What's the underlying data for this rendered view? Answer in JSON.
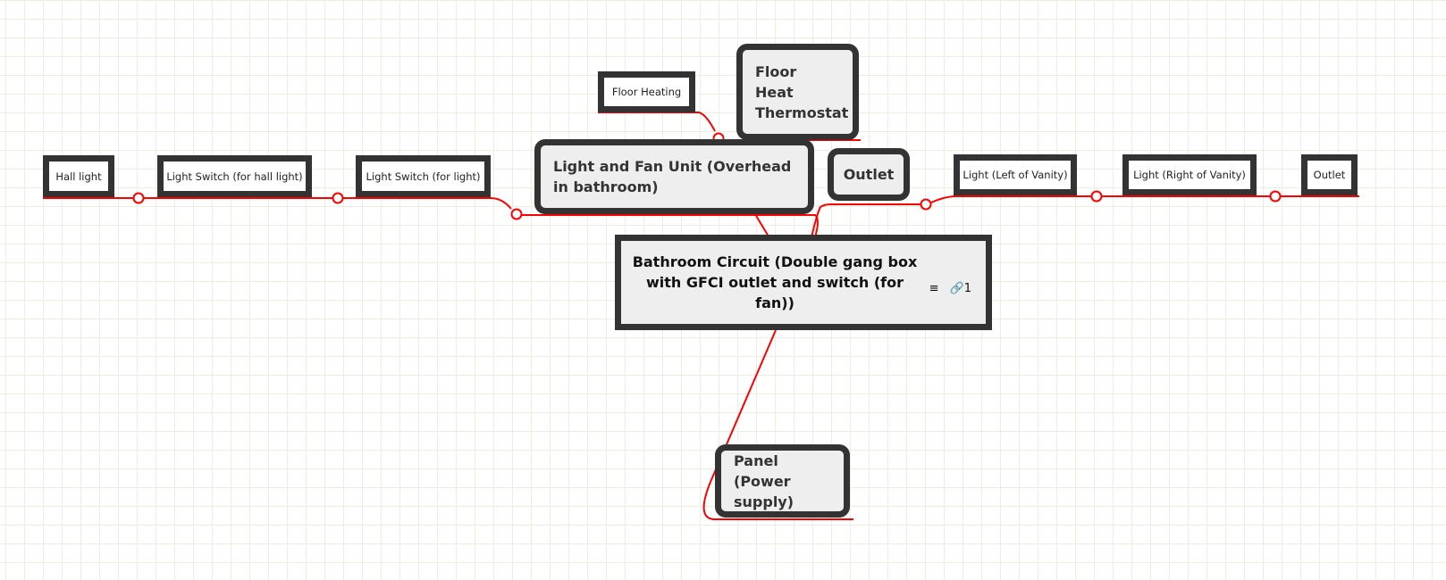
{
  "nodes": {
    "hall_light": "Hall light",
    "switch_hall": "Light Switch (for hall light)",
    "switch_light": "Light Switch (for light)",
    "floor_heating": "Floor Heating",
    "thermostat": "Floor Heat Thermostat",
    "light_fan": "Light and Fan Unit (Overhead in bathroom)",
    "outlet_mid": "Outlet",
    "light_left": "Light (Left of Vanity)",
    "light_right": "Light (Right of Vanity)",
    "outlet_right": "Outlet",
    "center": "Bathroom Circuit (Double gang box with GFCI outlet and switch (for fan))",
    "center_link_count": "1",
    "panel": "Panel (Power supply)"
  },
  "colors": {
    "connector": "#ff0000",
    "border": "#333333"
  }
}
